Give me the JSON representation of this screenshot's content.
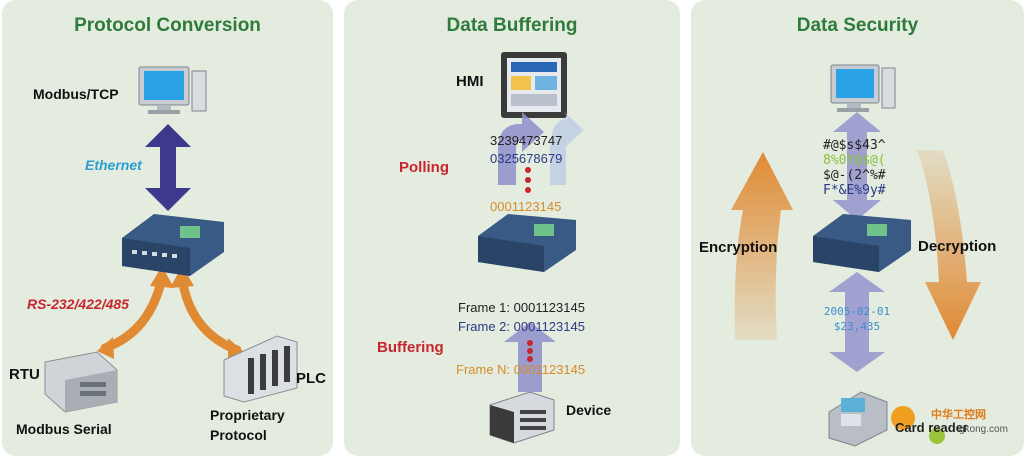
{
  "panels": {
    "protocol": {
      "title": "Protocol Conversion",
      "modbus_tcp": "Modbus/TCP",
      "ethernet": "Ethernet",
      "serial_std": "RS-232/422/485",
      "rtu": "RTU",
      "modbus_serial": "Modbus Serial",
      "plc": "PLC",
      "proprietary_1": "Proprietary",
      "proprietary_2": "Protocol"
    },
    "buffering": {
      "title": "Data Buffering",
      "hmi": "HMI",
      "polling": "Polling",
      "buffering": "Buffering",
      "device": "Device",
      "poll_values": [
        "3239473747",
        "0325678679",
        "0001123145"
      ],
      "frames": [
        "Frame 1: 0001123145",
        "Frame 2: 0001123145",
        "Frame N: 0001123145"
      ]
    },
    "security": {
      "title": "Data Security",
      "encryption": "Encryption",
      "decryption": "Decryption",
      "cipher_lines": [
        "#@$s$43^",
        "8%0Y@$@(",
        "$@-(2^%#",
        "F*&E%9y#"
      ],
      "plain_date": "2005-02-01",
      "plain_amount": "$23,435",
      "card_reader": "Card reader",
      "watermark_cn": "中华工控网",
      "watermark_url": "gkong.com"
    }
  },
  "colors": {
    "panel_bg": "#e3ecdf",
    "title_green": "#2f7b3b",
    "ethernet_arrow": "#3d3a8c",
    "serial_arrow": "#e08a33",
    "buffer_arrow": "#8f8fcc",
    "security_arrow": "#e08a33"
  }
}
